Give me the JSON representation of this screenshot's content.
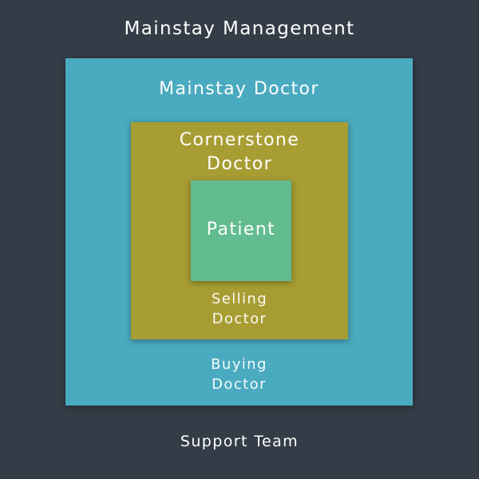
{
  "diagram": {
    "title": "Mainstay Management",
    "footer": "Support Team",
    "outer": {
      "title": "Mainstay Doctor",
      "subtitle_lines": [
        "Buying",
        "Doctor"
      ]
    },
    "middle": {
      "title_lines": [
        "Cornerstone",
        "Doctor"
      ],
      "subtitle_lines": [
        "Selling",
        "Doctor"
      ]
    },
    "inner": {
      "title": "Patient"
    },
    "colors": {
      "background": "#343d47",
      "outer": "#4aaabf",
      "middle": "#a89d33",
      "inner": "#62bc8f",
      "text": "#ffffff"
    }
  }
}
